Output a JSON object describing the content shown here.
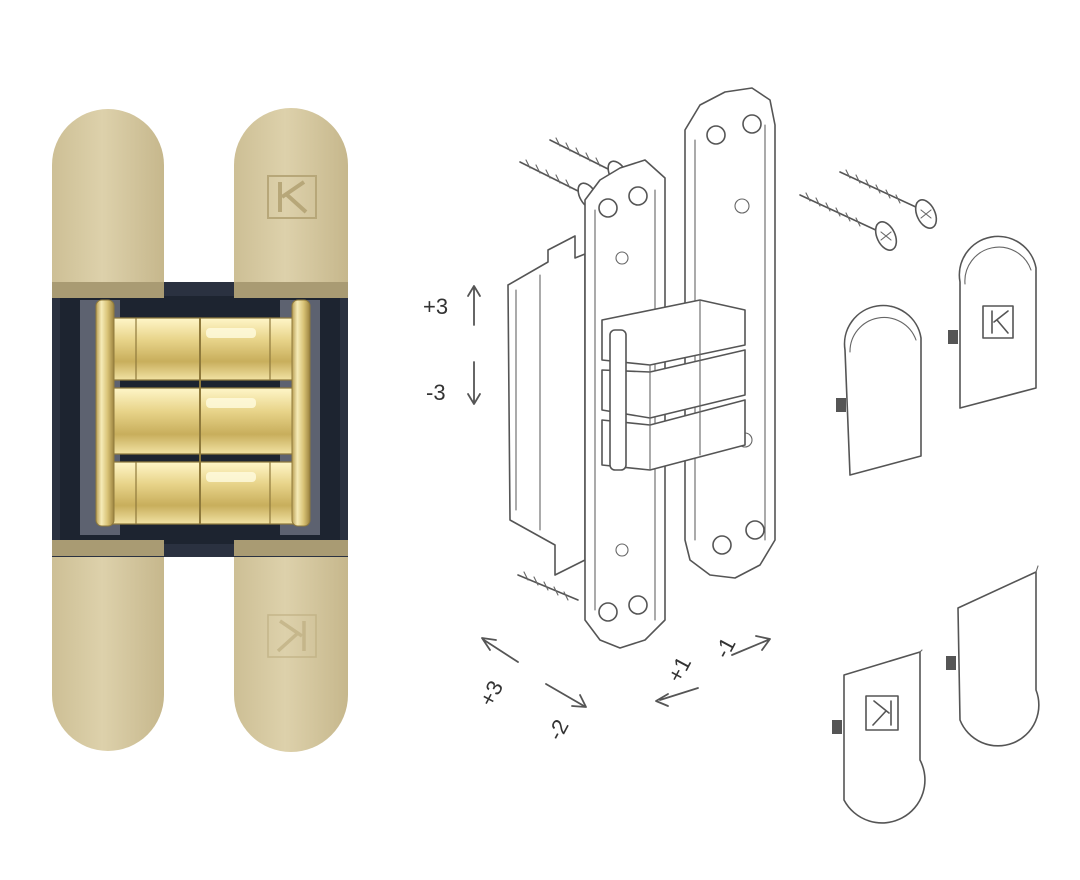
{
  "brand": {
    "logo_letter": "K"
  },
  "colors": {
    "leaf": "#d6c9a2",
    "leaf_shade": "#c4b48a",
    "chrome": "#e9d98f",
    "chrome_dark": "#a88f48",
    "cavity": "#1f2633",
    "line": "#555555"
  },
  "adjustments": {
    "vertical_plus": "+3",
    "vertical_minus": "-3",
    "depth_plus": "+3",
    "depth_minus": "-2",
    "lateral_plus": "+1",
    "lateral_minus": "-1"
  }
}
